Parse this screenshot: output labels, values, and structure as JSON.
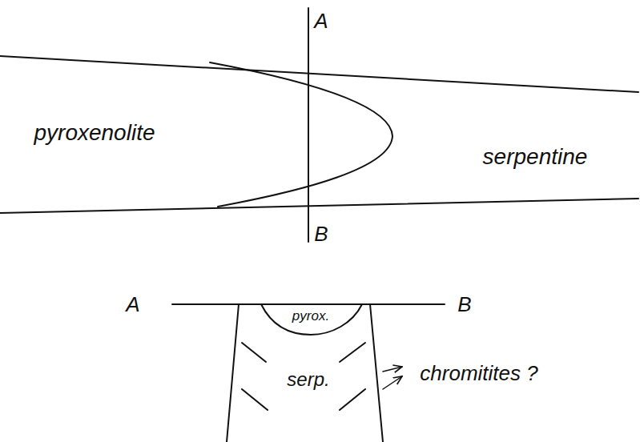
{
  "diagram": {
    "labels": [
      "A",
      "B",
      "pyroxenolite",
      "serpentine",
      "A",
      "B",
      "pyrox.",
      "serp.",
      "chromitites ?"
    ]
  }
}
